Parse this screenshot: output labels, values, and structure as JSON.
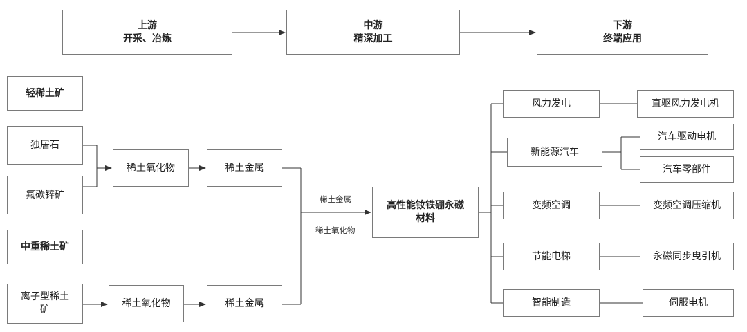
{
  "stages": {
    "upstream": {
      "title": "上游",
      "subtitle": "开采、冶炼"
    },
    "midstream": {
      "title": "中游",
      "subtitle": "精深加工"
    },
    "downstream": {
      "title": "下游",
      "subtitle": "终端应用"
    }
  },
  "light": {
    "category": "轻稀土矿",
    "ores": [
      "独居石",
      "氟碳锌矿"
    ],
    "oxide": "稀土氧化物",
    "metal": "稀土金属"
  },
  "heavy": {
    "category": "中重稀土矿",
    "ore": "离子型稀土矿",
    "oxide": "稀土氧化物",
    "metal": "稀土金属"
  },
  "core": {
    "label": "高性能钕铁硼永磁材料",
    "input_labels": [
      "稀土金属",
      "稀土氧化物"
    ]
  },
  "applications": [
    {
      "name": "风力发电",
      "products": [
        "直驱风力发电机"
      ]
    },
    {
      "name": "新能源汽车",
      "products": [
        "汽车驱动电机",
        "汽车零部件"
      ]
    },
    {
      "name": "变频空调",
      "products": [
        "变频空调压缩机"
      ]
    },
    {
      "name": "节能电梯",
      "products": [
        "永磁同步曳引机"
      ]
    },
    {
      "name": "智能制造",
      "products": [
        "伺服电机"
      ]
    }
  ],
  "colors": {
    "line": "#333333",
    "border": "#7a7a7a"
  }
}
